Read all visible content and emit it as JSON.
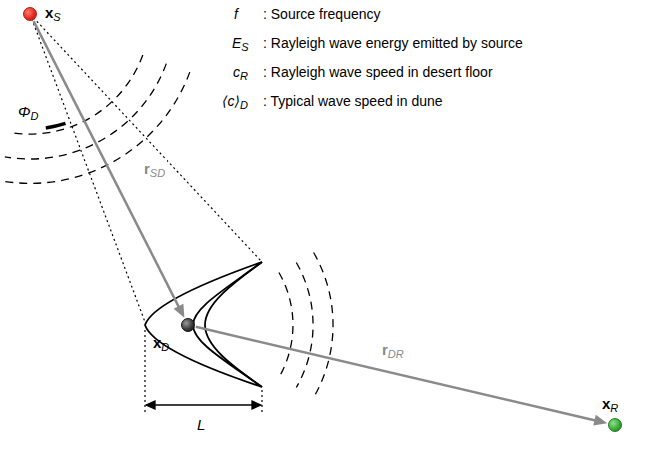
{
  "diagram": {
    "nodes": [
      {
        "text": [
          "xS"
        ]
      },
      {
        "text": [
          "xD"
        ]
      },
      {
        "text": [
          "xR"
        ]
      }
    ],
    "edges": [
      {
        "from": 0,
        "to": 1,
        "arrow": "to",
        "label": "rSD"
      },
      {
        "from": 1,
        "to": 2,
        "arrow": "to",
        "label": "rDR"
      }
    ],
    "labels": [
      "ΦD",
      "L",
      "f",
      ": Source frequency",
      "ES",
      ": Rayleigh wave energy emitted by source",
      "cR",
      ": Rayleigh wave speed in desert floor",
      "⟨c⟩D",
      ": Typical wave speed in dune"
    ]
  }
}
